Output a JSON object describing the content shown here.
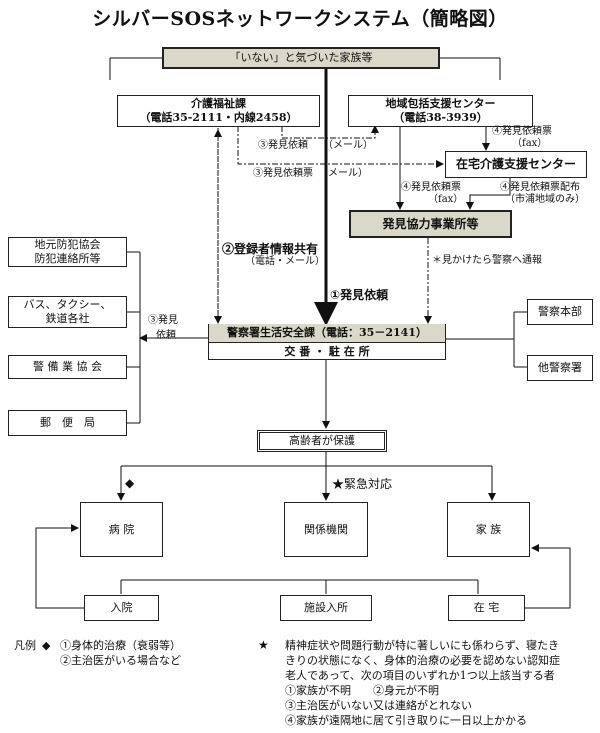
{
  "title": "シルバーSOSネットワークシステム（簡略図）",
  "nodes": {
    "family_top": "「いない」と気づいた家族等",
    "kaigo_name": "介護福祉課",
    "kaigo_phone": "（電話35-2111・内線2458）",
    "chiiki_name": "地域包括支援センター",
    "chiiki_phone": "（電話38-3939）",
    "zaitaku": "在宅介護支援センター",
    "hakken": "発見協力事業所等",
    "bohan1": "地元防犯協会",
    "bohan2": "防犯連絡所等",
    "bus1": "バス、タクシー、",
    "bus2": "鉄道各社",
    "keibi": "警 備 業 協 会",
    "yubin": "郵　便　局",
    "police_name": "警察署生活安全課（電話：35－2141）",
    "police_sub": "交 番 ・ 駐 在 所",
    "keisatsu_honbu": "警察本部",
    "ta_keisatsu": "他警察署",
    "hogo": "高齢者が保護",
    "byoin": "病 院",
    "kankei": "関係機関",
    "kazoku": "家 族",
    "nyuin": "入院",
    "shisetsu": "施設入所",
    "zaitaku2": "在 宅"
  },
  "labels": {
    "irai3_mail": "③発見依頼　　（メール）",
    "irai3_hyo_mail": "③発見依頼票　（メール）",
    "irai4_fax_label": "④発見依頼票",
    "irai4_fax_unit": "（fax）",
    "irai4_fax2_label": "④発見依頼票",
    "irai4_fax2_unit": "（fax）",
    "haifu_label": "④発見依頼票配布",
    "haifu_note": "（市浦地域のみ）",
    "touroku": "②登録者情報共有",
    "touroku_sub": "（電話・メール）",
    "mikaketara": "＊見かけたら警察へ通報",
    "irai1": "①発見依頼",
    "irai3_left_1": "③発見",
    "irai3_left_2": "依頼",
    "kinkyu": "★緊急対応",
    "diamond": "◆"
  },
  "legend": {
    "hanrei_label": "凡例",
    "diamond_mark": "◆",
    "diamond_items": [
      "①身体的治療（衰弱等）",
      "②主治医がいる場合など"
    ],
    "star_mark": "★",
    "star_lines": [
      "精神症状や問題行動が特に著しいにも係わらず、寝たき",
      "きりの状態になく、身体的治療の必要を認めない認知症",
      "老人であって、次の項目のいずれか1つ以上該当する者",
      "①家族が不明　　②身元が不明",
      "③主治医がいない又は連絡がとれない",
      "④家族が遠隔地に居て引き取りに一日以上かかる"
    ]
  }
}
